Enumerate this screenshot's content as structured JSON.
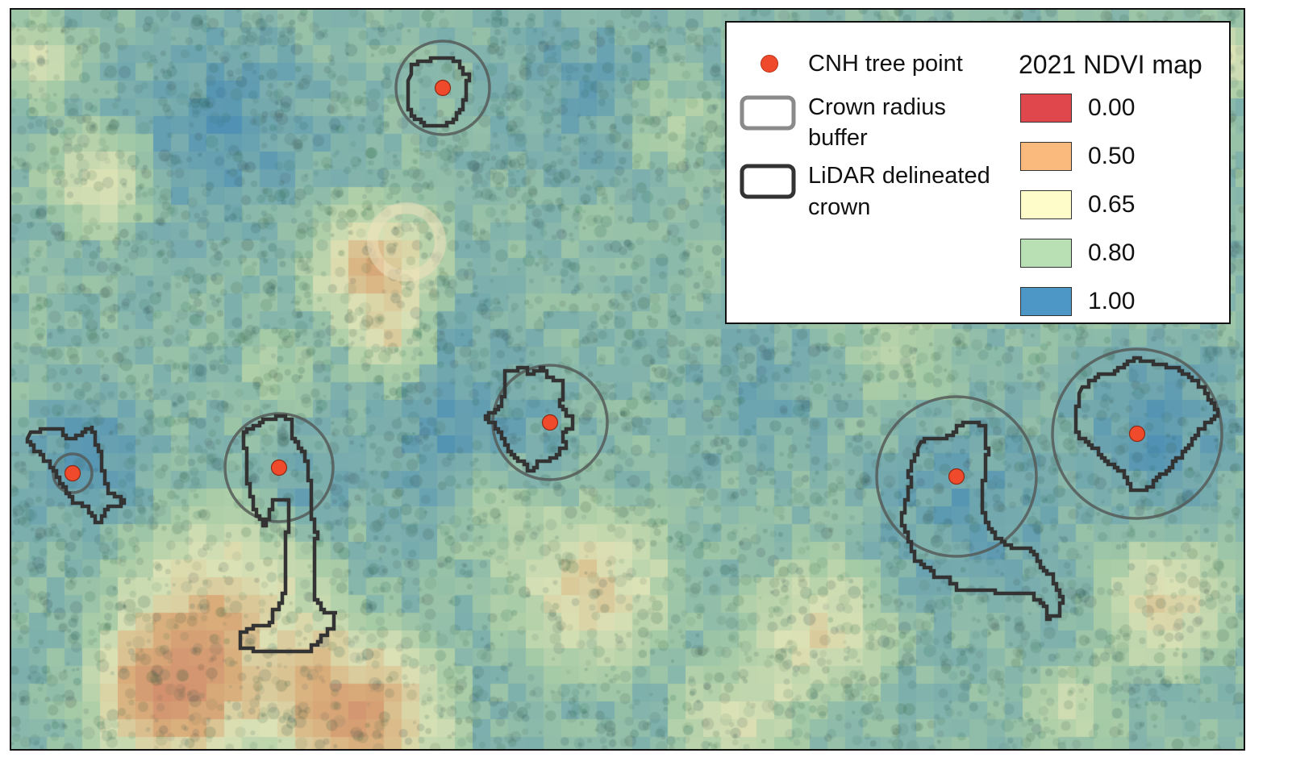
{
  "map": {
    "legend": {
      "items": [
        {
          "label_lines": [
            "CNH tree point"
          ],
          "symbol": "red-dot",
          "color": "#f04a2c"
        },
        {
          "label_lines": [
            "Crown radius",
            "buffer"
          ],
          "symbol": "gray-outline",
          "color": "#8a8a8a"
        },
        {
          "label_lines": [
            "LiDAR delineated",
            "crown"
          ],
          "symbol": "dark-outline",
          "color": "#333333"
        }
      ],
      "ndvi_title": "2021 NDVI map",
      "ndvi_classes": [
        {
          "value": "0.00",
          "color": "#e0474c"
        },
        {
          "value": "0.50",
          "color": "#fbba7d"
        },
        {
          "value": "0.65",
          "color": "#fefdc9"
        },
        {
          "value": "0.80",
          "color": "#b9e0b5"
        },
        {
          "value": "1.00",
          "color": "#4d97c7"
        }
      ]
    },
    "tree_count": 6
  }
}
